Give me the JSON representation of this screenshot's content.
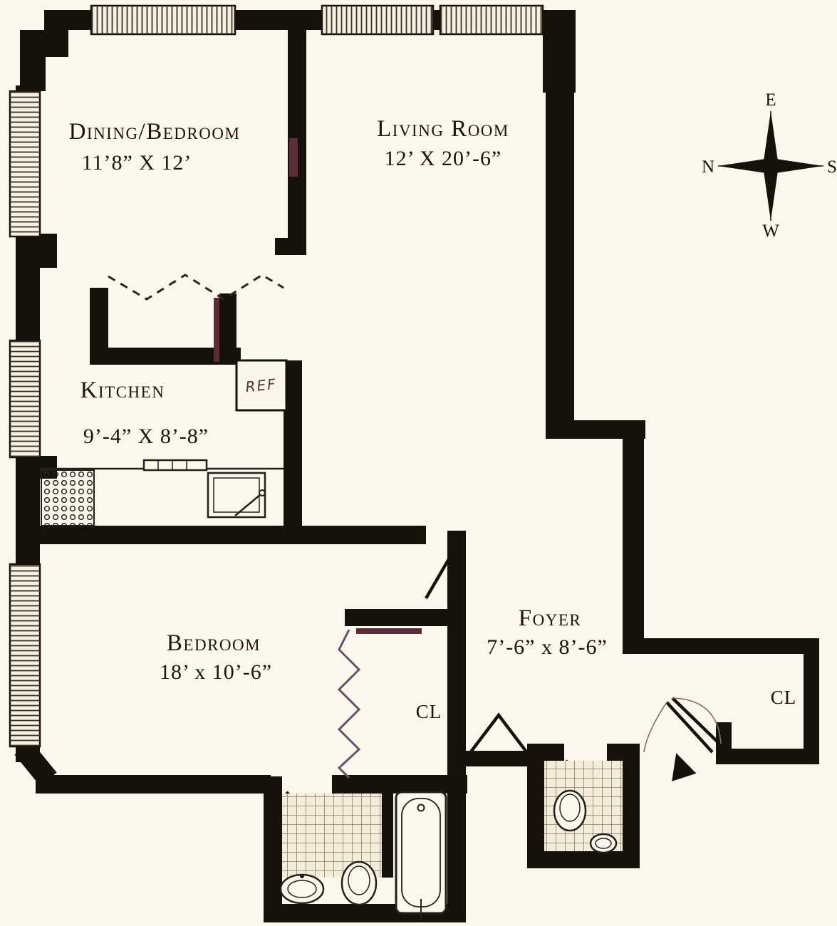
{
  "rooms": {
    "dining_bedroom": {
      "name": "Dining/Bedroom",
      "dimensions": "11’8” X 12’"
    },
    "living_room": {
      "name": "Living Room",
      "dimensions": "12’ X 20’-6”"
    },
    "kitchen": {
      "name": "Kitchen",
      "dimensions": "9’-4” X 8’-8”"
    },
    "bedroom": {
      "name": "Bedroom",
      "dimensions": "18’ x 10’-6”"
    },
    "foyer": {
      "name": "Foyer",
      "dimensions": "7’-6” x 8’-6”"
    },
    "closet_hall": {
      "name": "CL"
    },
    "closet_entry": {
      "name": "CL"
    }
  },
  "appliances": {
    "refrigerator": "REF"
  },
  "compass": {
    "east": "E",
    "north": "N",
    "south": "S",
    "west": "W"
  },
  "colors": {
    "paper": "#fbf7ec",
    "wall": "#17110c",
    "door_accent": "#5d2c3a",
    "tile_line": "#8a7c66"
  }
}
